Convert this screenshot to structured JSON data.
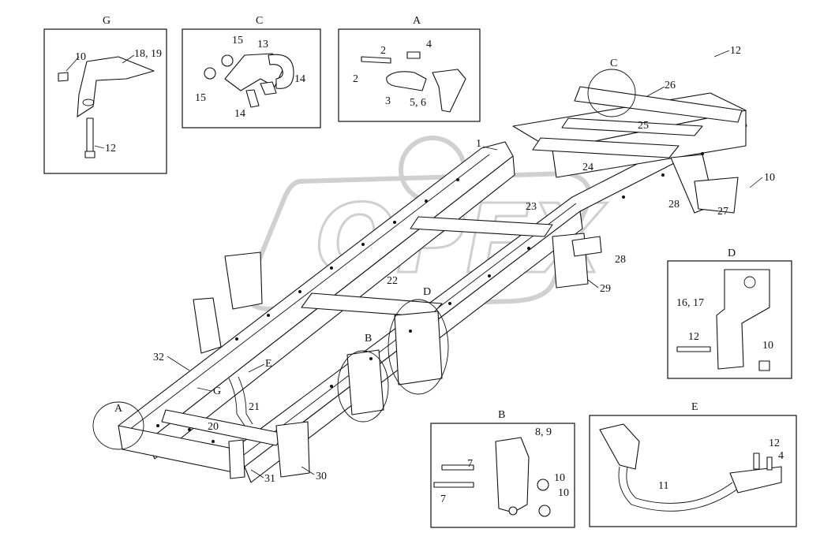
{
  "watermark": {
    "text": "OPEX",
    "color": "#cfcfcf"
  },
  "colors": {
    "line": "#111111",
    "background": "#ffffff"
  },
  "insets": {
    "G": {
      "title": "G",
      "labels": [
        "10",
        "18, 19",
        "12"
      ]
    },
    "C": {
      "title": "C",
      "labels": [
        "15",
        "13",
        "15",
        "14",
        "14"
      ]
    },
    "A": {
      "title": "A",
      "labels": [
        "2",
        "4",
        "2",
        "3",
        "5, 6"
      ]
    },
    "D": {
      "title": "D",
      "labels": [
        "16, 17",
        "12",
        "10"
      ]
    },
    "B": {
      "title": "B",
      "labels": [
        "8, 9",
        "7",
        "7",
        "10",
        "10"
      ]
    },
    "E": {
      "title": "E",
      "labels": [
        "12",
        "4",
        "11"
      ]
    }
  },
  "main": {
    "callouts": [
      "1",
      "26",
      "25",
      "12",
      "24",
      "10",
      "23",
      "28",
      "27",
      "28",
      "29",
      "22",
      "32",
      "E",
      "G",
      "B",
      "D",
      "C",
      "A",
      "20",
      "21",
      "31",
      "30"
    ]
  }
}
